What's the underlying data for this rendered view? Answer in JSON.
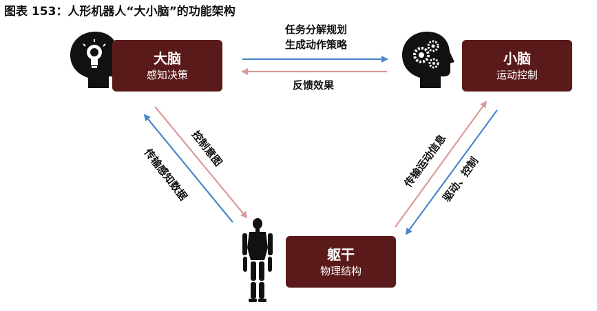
{
  "title": "图表 153：人形机器人“大小脑”的功能架构",
  "nodes": {
    "brain": {
      "title": "大脑",
      "subtitle": "感知决策"
    },
    "cerebellum": {
      "title": "小脑",
      "subtitle": "运动控制"
    },
    "torso": {
      "title": "躯干",
      "subtitle": "物理结构"
    }
  },
  "edges": {
    "brain_to_cerebellum_line1": "任务分解规划",
    "brain_to_cerebellum_line2": "生成动作策略",
    "cerebellum_to_brain": "反馈效果",
    "brain_to_torso": "控制意图",
    "torso_to_brain": "传输感知数据",
    "torso_to_cerebellum": "传输运动信息",
    "cerebellum_to_torso": "驱动、控制"
  },
  "colors": {
    "box": "#5b1a1a",
    "arrow_blue": "#4a86c8",
    "arrow_pink": "#d99a9a"
  },
  "icons": [
    "head-lightbulb-icon",
    "head-gears-icon",
    "humanoid-robot-icon"
  ]
}
